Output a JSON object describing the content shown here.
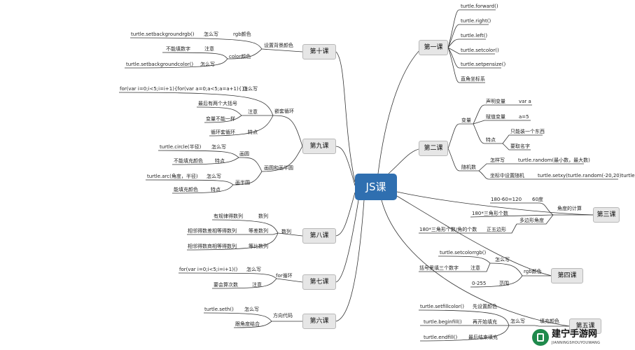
{
  "root": "JS课",
  "lessons": {
    "l1": "第一课",
    "l2": "第二课",
    "l3": "第三课",
    "l4": "第四课",
    "l5": "第五课",
    "l6": "第六课",
    "l7": "第七课",
    "l8": "第八课",
    "l9": "第九课",
    "l10": "第十课"
  },
  "l1": [
    "turtle.forward()",
    "turtle.right()",
    "turtle.left()",
    "turtle.setcolor()",
    "turtle.setpensize()",
    "直角坐标系"
  ],
  "l2": {
    "var": "变量",
    "declare": "声明变量",
    "declare_val": "var a",
    "assign": "赋值变量",
    "assign_val": "a=5",
    "feature": "特点",
    "feat1": "只能装一个东西",
    "feat2": "要取名字",
    "rand": "随机数",
    "how": "怎样写",
    "how_val": "turtle.random(最小数，最大数)",
    "coord": "坐标中设置随机",
    "coord_val": "turtle.setxy(turtle.random(-20,20)turtle"
  },
  "l3": {
    "a1": "180-60=120",
    "a2": "60度",
    "a3": "180*三角形个数",
    "angle": "角度的计算",
    "poly": "多边形角度",
    "a4": "180*三角形个数/角的个数",
    "pent": "正五边形"
  },
  "l4": {
    "c1": "turtle.setcolorrgb()",
    "how": "怎么写",
    "c2": "括号里填三个数字",
    "note": "注意",
    "rgb": "rgb颜色",
    "range": "0-255",
    "range_lbl": "范围"
  },
  "l5": {
    "f1": "turtle.setfillcolor()",
    "f1d": "先设置颜色",
    "how": "怎么写",
    "fill": "填充颜色",
    "f2": "turtle.beginfill()",
    "f2d": "再开始填充",
    "f3": "turtle.endfill()",
    "f3d": "最后结束填充"
  },
  "l6": {
    "a": "turtle.seth()",
    "how": "怎么写",
    "dir": "方向代码",
    "b": "跟角度结合"
  },
  "l7": {
    "a": "for(var i=0;i&lt;5;i=i+1)()",
    "how": "怎么写",
    "loop": "for循环",
    "b": "要会算次数",
    "note": "注意"
  },
  "l8": {
    "a": "有规律得数列",
    "alab": "数列",
    "b": "相邻得数差相等得数列",
    "blab": "等差数列",
    "c": "相邻得数商相等得数列",
    "clab": "等比数列",
    "mid": "数列"
  },
  "l9": {
    "n1": "for(var i=0;i&lt;5;i=i+1){for(var a=0;a&lt;5;a=a+1){}}",
    "how": "怎么写",
    "n2": "最后有两个大括号",
    "note": "注意",
    "n3": "变量不能一样",
    "nested": "嵌套循环",
    "n4": "循环套循环",
    "feat": "特点",
    "c1": "turtle.circle(半径)",
    "how2": "怎么写",
    "circle": "画圆",
    "c2": "不能填充颜色",
    "feat2": "特点",
    "arcs": "画圆和画半圆",
    "c3": "turtle.arc(角度，半径)",
    "how3": "怎么写",
    "semi": "画半圆",
    "c4": "能填充颜色",
    "feat3": "特点"
  },
  "l10": {
    "a": "turtle.setbackgroundrgb()",
    "how": "怎么写",
    "rgb": "rgb颜色",
    "bg": "设置背景颜色",
    "b": "不能填数字",
    "note": "注意",
    "cc": "color颜色",
    "c": "turtle.setbackgroundcolor()",
    "how2": "怎么写"
  },
  "logo": {
    "name": "建宁手游网",
    "sub": "JIANNINGSHOUYOUWANG"
  }
}
